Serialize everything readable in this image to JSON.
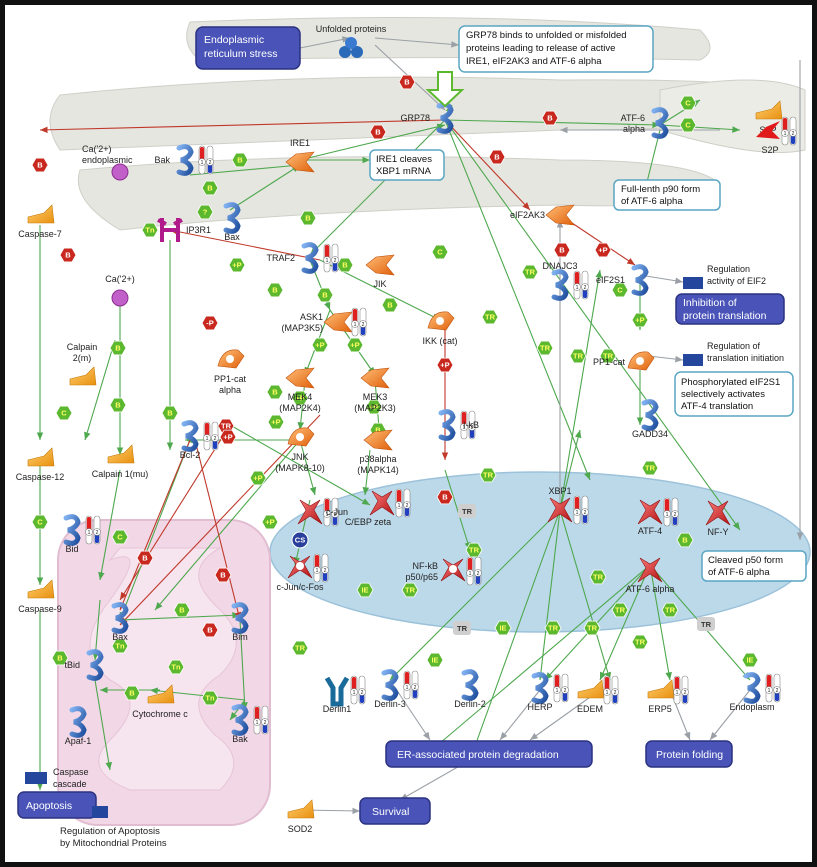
{
  "processes": {
    "er_stress": [
      "Endoplasmic",
      "reticulum stress"
    ],
    "inhibition": [
      "Inhibition of",
      "protein translation"
    ],
    "erad": "ER-associated protein degradation",
    "folding": "Protein folding",
    "survival": "Survival",
    "apoptosis": "Apoptosis"
  },
  "notes": {
    "grp78": [
      "GRP78 binds to unfolded or misfolded",
      "proteins leading to release of active",
      "IRE1, eIF2AK3 and ATF-6 alpha"
    ],
    "ire1": [
      "IRE1 cleaves",
      "XBP1 mRNA"
    ],
    "p90": [
      "Full-lenth p90 form",
      "of ATF-6 alpha"
    ],
    "eif2s1": [
      "Phosphorylated eIF2S1",
      "selectively activates",
      "ATF-4 translation"
    ],
    "p50": [
      "Cleaved p50 form",
      "of ATF-6 alpha"
    ]
  },
  "legend_text": {
    "eif2_reg": [
      "Regulation",
      "activity of EIF2"
    ],
    "trans_init": [
      "Regulation of",
      "translation initiation"
    ],
    "caspase_cascade": [
      "Caspase",
      "cascade"
    ],
    "footer": [
      "Regulation of Apoptosis",
      "by Mitochondrial Proteins"
    ]
  },
  "nodes": {
    "unfolded": "Unfolded proteins",
    "grp78": "GRP78",
    "atf6": [
      "ATF-6",
      "alpha"
    ],
    "s1p": "S1P",
    "s2p": "S2P",
    "bak_top": "Bak",
    "ire1": "IRE1",
    "ca_er": [
      "Ca('2+)",
      "endoplasmic"
    ],
    "caspase7": "Caspase-7",
    "bax_top": "Bax",
    "ip3r1": "IP3R1",
    "eif2ak3": "eIF2AK3",
    "traf2": "TRAF2",
    "jik": "JIK",
    "dnajc3": "DNAJC3",
    "eif2s1": "eIF2S1",
    "ca_cyto": "Ca('2+)",
    "calpain2": [
      "Calpain",
      "2(m)"
    ],
    "ask1": [
      "ASK1",
      "(MAP3K5)"
    ],
    "ikk": "IKK (cat)",
    "pp1cat_left": [
      "PP1-cat",
      "alpha"
    ],
    "pp1cat_right": "PP1-cat",
    "mek4": [
      "MEK4",
      "(MAP2K4)"
    ],
    "mek3": [
      "MEK3",
      "(MAP2K3)"
    ],
    "ikb": "I-kB",
    "gadd34": "GADD34",
    "bcl2": "Bcl-2",
    "jnk": [
      "JNK",
      "(MAPK8-10)"
    ],
    "p38": [
      "p38alpha",
      "(MAPK14)"
    ],
    "caspase12": "Caspase-12",
    "calpain1": "Calpain 1(mu)",
    "cjun": "c-Jun",
    "cebp": "C/EBP zeta",
    "xbp1": "XBP1",
    "atf4": "ATF-4",
    "nfy": "NF-Y",
    "bid": "Bid",
    "cjun_cfos": "c-Jun/c-Fos",
    "nfkb": [
      "NF-kB",
      "p50/p65"
    ],
    "atf6_alpha": "ATF-6 alpha",
    "caspase9": "Caspase-9",
    "bax_mito": "Bax",
    "bim": "Bim",
    "tbid": "tBid",
    "derlin1": "Derlin1",
    "derlin3": "Derlin-3",
    "derlin2": "Derlin-2",
    "herp": "HERP",
    "edem": "EDEM",
    "erp5": "ERP5",
    "endoplasm": "Endoplasm",
    "apaf1": "Apaf-1",
    "cytc": "Cytochrome c",
    "bak_mito": "Bak",
    "sod2": "SOD2"
  },
  "badges": {
    "binding": "B",
    "catalysis": "C",
    "transcription": "TR",
    "transport": "Tn",
    "ie": "IE",
    "phos": "+P",
    "dephos": "-P",
    "unknown": "?",
    "cs": "CS",
    "tr_gray": "TR"
  },
  "expression_labels": [
    "1",
    "2"
  ],
  "colors": {
    "process_fill": "#4a54b8",
    "process_border": "#2b3280",
    "er_membrane": "#e6e6e0",
    "nucleus": "#bcd9ea",
    "mitochondrion": "#f2d8e6",
    "activation_line": "#4ea84e",
    "inhibition_line": "#c0392b",
    "neutral_line": "#9aa0a6",
    "badge_green": "#5cb82f",
    "badge_red": "#c8281e",
    "protein_blue": "#2a5fb0",
    "kinase_orange": "#f07a1e",
    "tf_red": "#c81e1e",
    "protease_yellow": "#f2a31c"
  }
}
